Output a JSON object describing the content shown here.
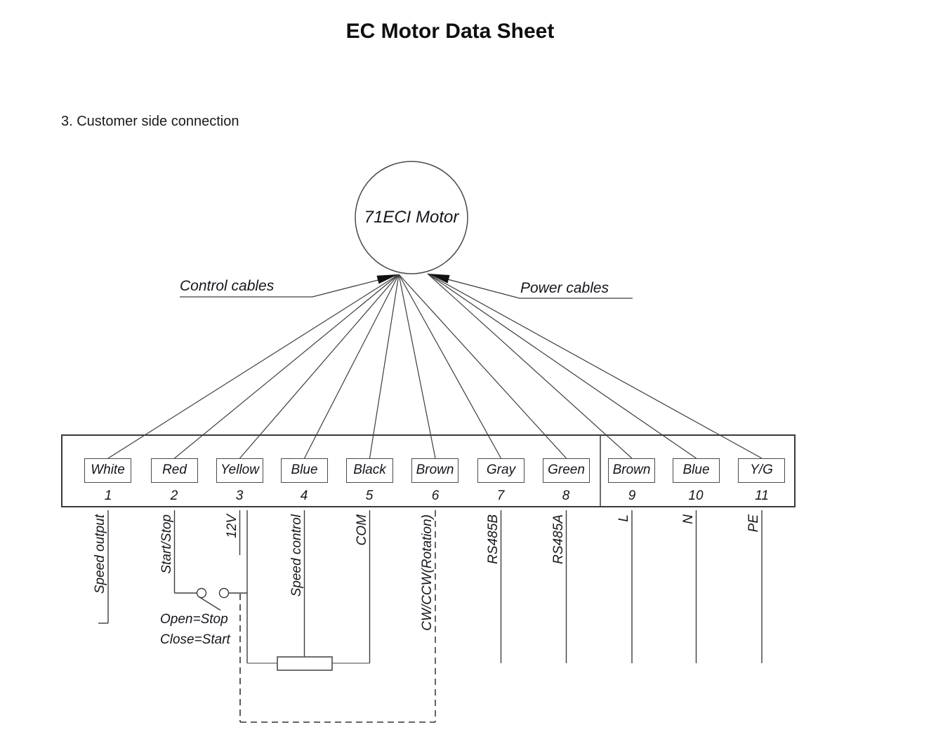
{
  "page": {
    "title": "EC Motor Data Sheet",
    "section_heading": "3. Customer side connection"
  },
  "diagram": {
    "motor_label": "71ECI Motor",
    "control_cables_label": "Control cables",
    "power_cables_label": "Power cables",
    "switch_note_line1": "Open=Stop",
    "switch_note_line2": "Close=Start",
    "terminals": [
      {
        "number": "1",
        "color": "White",
        "signal": "Speed output"
      },
      {
        "number": "2",
        "color": "Red",
        "signal": "Start/Stop"
      },
      {
        "number": "3",
        "color": "Yellow",
        "signal": "12V"
      },
      {
        "number": "4",
        "color": "Blue",
        "signal": "Speed control"
      },
      {
        "number": "5",
        "color": "Black",
        "signal": "COM"
      },
      {
        "number": "6",
        "color": "Brown",
        "signal": "CW/CCW(Rotation)"
      },
      {
        "number": "7",
        "color": "Gray",
        "signal": "RS485B"
      },
      {
        "number": "8",
        "color": "Green",
        "signal": "RS485A"
      },
      {
        "number": "9",
        "color": "Brown",
        "signal": "L"
      },
      {
        "number": "10",
        "color": "Blue",
        "signal": "N"
      },
      {
        "number": "11",
        "color": "Y/G",
        "signal": "PE"
      }
    ],
    "colors": {
      "line": "#3d3d3d",
      "text": "#161616",
      "background": "#ffffff"
    }
  }
}
